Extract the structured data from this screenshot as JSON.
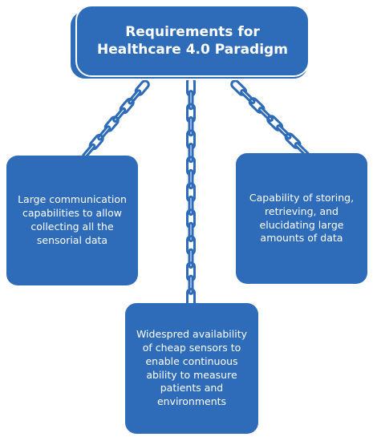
{
  "diagram": {
    "title": "Requirements for\nHealthcare 4.0 Paradigm",
    "left_box": "Large communication capabilities to allow collecting all the sensorial data",
    "right_box": "Capability of storing, retrieving, and elucidating large amounts of data",
    "bottom_box": "Widespred availability of cheap sensors to enable continuous ability to measure patients and environments"
  },
  "colors": {
    "box_fill": "#2e6bb8",
    "chain": "#2e6bb8",
    "text": "#ffffff"
  },
  "icons": {
    "connector": "chain-icon"
  }
}
